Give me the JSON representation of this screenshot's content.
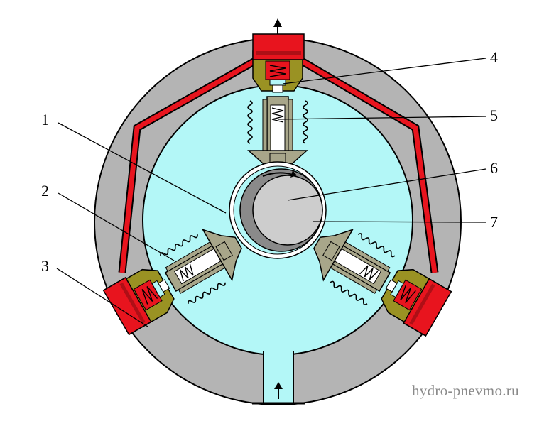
{
  "callouts": {
    "c1": "1",
    "c2": "2",
    "c3": "3",
    "c4": "4",
    "c5": "5",
    "c6": "6",
    "c7": "7"
  },
  "watermark": "hydro-pnevmo.ru",
  "colors": {
    "housing": "#b4b4b4",
    "chamber": "#b3f7f7",
    "valve_red": "#e8141e",
    "valve_body": "#9a9223",
    "piston": "#a8a68a",
    "shaft": "#cdcdcd",
    "eccentric": "#8a8a8a",
    "outline": "#000000"
  }
}
